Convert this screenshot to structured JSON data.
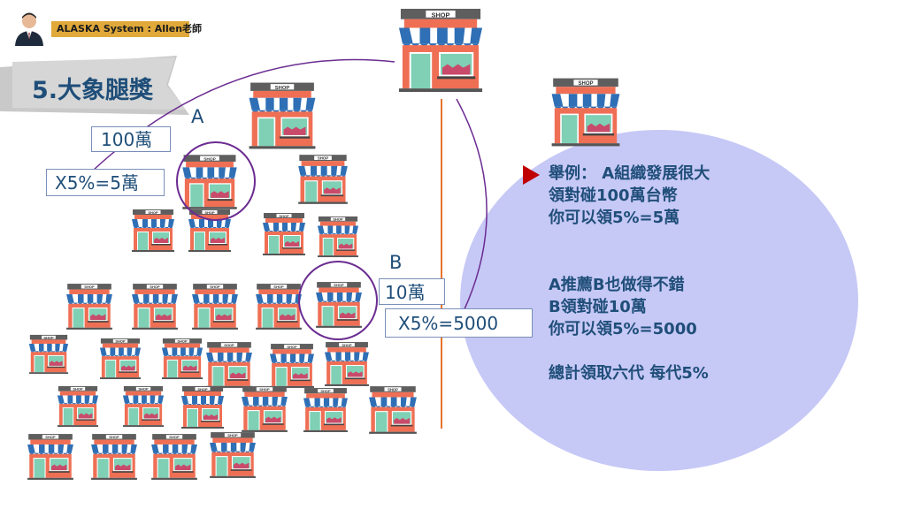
{
  "header": {
    "brand_label": "ALASKA System : Allen老師",
    "slide_title": "5.大象腿獎"
  },
  "shop_sign": "SHOP",
  "colors": {
    "title_blue": "#1f4e79",
    "brand_gold": "#e0a93a",
    "circle_fill": "#c6c8f6",
    "circle_stroke": "#6b2c91",
    "trunk_orange": "#e8742a",
    "bullet_red": "#c00000"
  },
  "diagram": {
    "label_a": "A",
    "label_b": "B",
    "a_amount": "100萬",
    "a_rate": "X5%=5萬",
    "b_amount": "10萬",
    "b_rate": "X5%=5000"
  },
  "explanation": {
    "line1": "舉例： A組織發展很大",
    "line2": "領對碰100萬台幣",
    "line3": "你可以領5%=5萬",
    "line4": "A推薦B也做得不錯",
    "line5": "B領對碰10萬",
    "line6": "你可以領5%=5000",
    "line7": "總計領取六代 每代5%"
  }
}
